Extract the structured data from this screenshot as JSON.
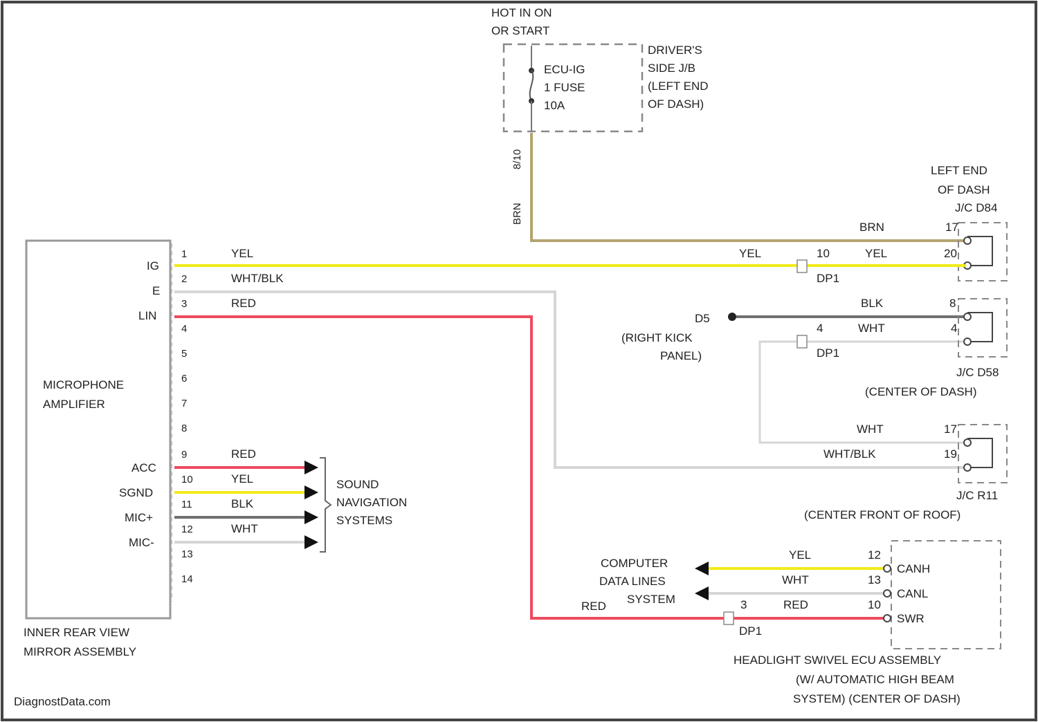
{
  "top": {
    "hot_line1": "HOT IN ON",
    "hot_line2": "OR START",
    "fuse_line1": "ECU-IG",
    "fuse_line2": "1 FUSE",
    "fuse_line3": "10A",
    "jb_line1": "DRIVER'S",
    "jb_line2": "SIDE J/B",
    "jb_line3": "(LEFT END",
    "jb_line4": "OF DASH)",
    "fuse_pin": "8/10",
    "brn_vertical": "BRN"
  },
  "mirror": {
    "component_line1": "MICROPHONE",
    "component_line2": "AMPLIFIER",
    "assembly_line1": "INNER REAR VIEW",
    "assembly_line2": "MIRROR ASSEMBLY",
    "pins": [
      "1",
      "2",
      "3",
      "4",
      "5",
      "6",
      "7",
      "8",
      "9",
      "10",
      "11",
      "12",
      "13",
      "14"
    ],
    "pin_names": {
      "ig": "IG",
      "e": "E",
      "lin": "LIN",
      "acc": "ACC",
      "sgnd": "SGND",
      "mic_pos": "MIC+",
      "mic_neg": "MIC-"
    }
  },
  "wires": {
    "p1": "YEL",
    "p2": "WHT/BLK",
    "p3": "RED",
    "p9": "RED",
    "p10": "YEL",
    "p11": "BLK",
    "p12": "WHT"
  },
  "sound": {
    "line1": "SOUND",
    "line2": "NAVIGATION",
    "line3": "SYSTEMS"
  },
  "jc_left": {
    "line1": "LEFT END",
    "line2": "OF DASH",
    "line3": "J/C D84",
    "brn": "BRN",
    "pin17": "17",
    "yel_left": "YEL",
    "pin10": "10",
    "yel_right": "YEL",
    "pin20": "20",
    "dp1": "DP1"
  },
  "jc_center": {
    "line1": "J/C D58",
    "line2": "(CENTER OF DASH)",
    "d5": "D5",
    "kick1": "(RIGHT KICK",
    "kick2": "PANEL)",
    "blk": "BLK",
    "pin8": "8",
    "wht": "WHT",
    "pin4_left": "4",
    "pin4_right": "4",
    "dp1": "DP1"
  },
  "jc_roof": {
    "line1": "J/C R11",
    "line2": "(CENTER FRONT OF ROOF)",
    "wht": "WHT",
    "pin17": "17",
    "wht_blk": "WHT/BLK",
    "pin19": "19"
  },
  "ecu": {
    "computer1": "COMPUTER",
    "computer2": "DATA LINES",
    "computer3": "SYSTEM",
    "yel": "YEL",
    "pin12a": "12",
    "canh": "CANH",
    "wht": "WHT",
    "pin13": "13",
    "canl": "CANL",
    "red_left": "RED",
    "pin3": "3",
    "red_right": "RED",
    "pin10": "10",
    "swr": "SWR",
    "dp1": "DP1",
    "label1": "HEADLIGHT SWIVEL ECU ASSEMBLY",
    "label2": "(W/ AUTOMATIC HIGH BEAM",
    "label3": "SYSTEM) (CENTER OF DASH)"
  },
  "watermark": "DiagnostData.com",
  "colors": {
    "yel": "#f2ea18",
    "red": "#ee4a5e",
    "brn": "#b3a46f",
    "wht": "#d6d6d6",
    "blk": "#707070",
    "frame": "#444444"
  }
}
